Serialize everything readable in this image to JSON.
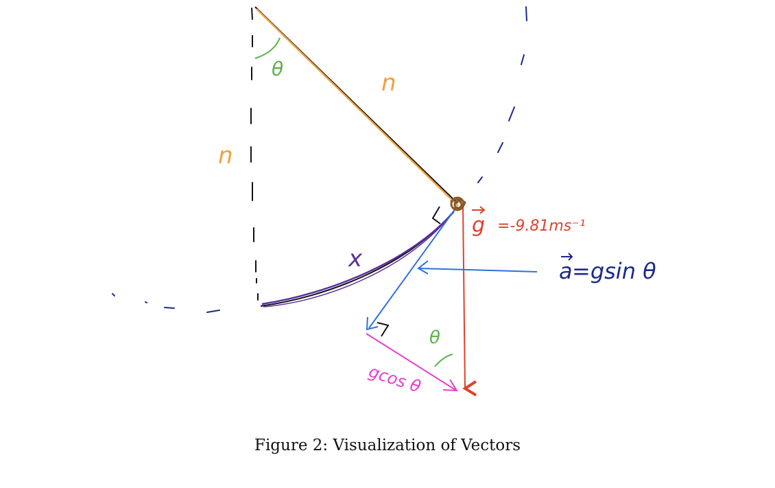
{
  "diagram": {
    "labels": {
      "theta_top": "θ",
      "n_string": "n",
      "n_vertical": "n",
      "x_arc": "x",
      "gravity": "g",
      "gravity_value": "=-9.81ms⁻¹",
      "acceleration": "a",
      "acceleration_formula": "=gsin θ",
      "theta_bottom": "θ",
      "g_cos": "gcos θ"
    },
    "colors": {
      "string_orange": "#f2a03a",
      "string_black": "#111111",
      "dashes_black": "#111111",
      "dashes_navy": "#1b2a8c",
      "theta_green": "#5cb34a",
      "bob_brown": "#8a5a2b",
      "gravity_red": "#e0402a",
      "accel_blue": "#2f6fe0",
      "formula_navy": "#1b2a8c",
      "arc_purple": "#5a2ea0",
      "gcos_magenta": "#e83ecb"
    }
  },
  "caption": "Figure 2: Visualization of Vectors"
}
